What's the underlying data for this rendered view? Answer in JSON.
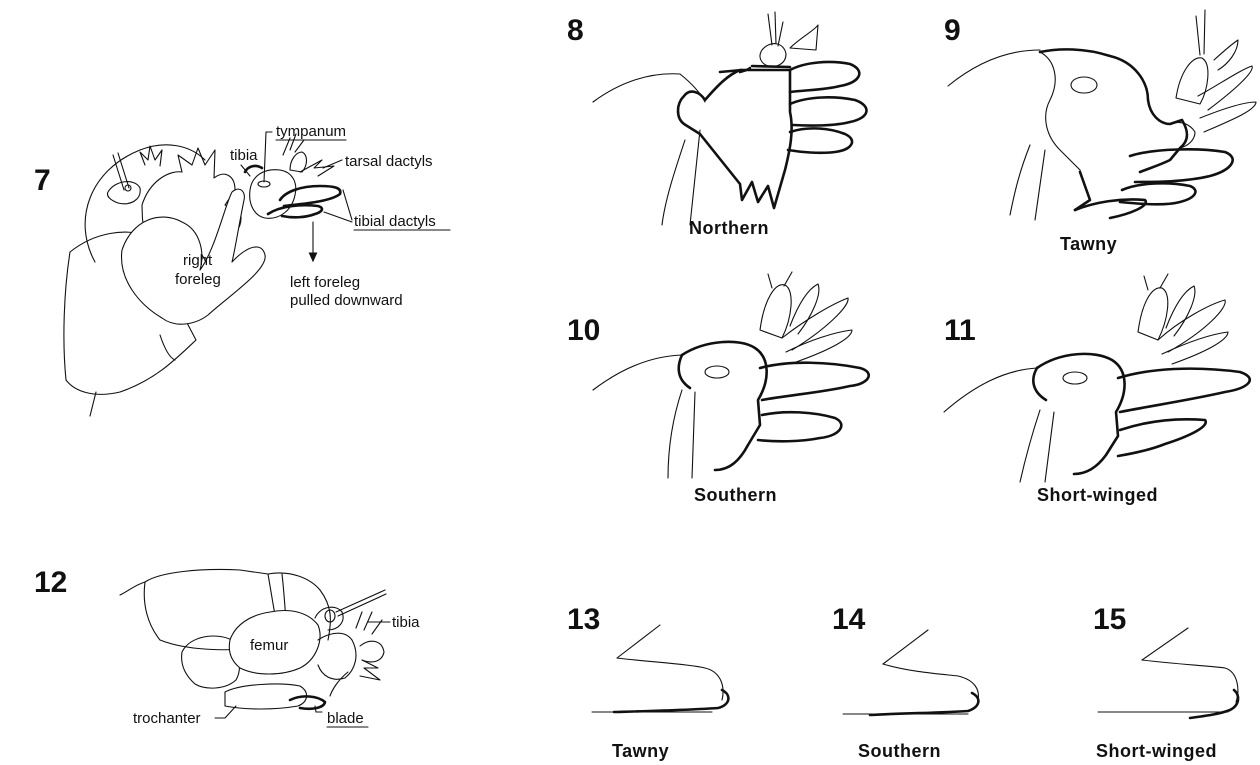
{
  "figures": [
    {
      "number": "7",
      "caption": ""
    },
    {
      "number": "8",
      "caption": "Northern"
    },
    {
      "number": "9",
      "caption": "Tawny"
    },
    {
      "number": "10",
      "caption": "Southern"
    },
    {
      "number": "11",
      "caption": "Short-winged"
    },
    {
      "number": "12",
      "caption": ""
    },
    {
      "number": "13",
      "caption": "Tawny"
    },
    {
      "number": "14",
      "caption": "Southern"
    },
    {
      "number": "15",
      "caption": "Short-winged"
    }
  ],
  "fig7_labels": {
    "tibia": "tibia",
    "tympanum": "tympanum",
    "tarsal_dactyls": "tarsal dactyls",
    "tibial_dactyls": "tibial dactyls",
    "right_foreleg_1": "right",
    "right_foreleg_2": "foreleg",
    "left_foreleg_1": "left foreleg",
    "left_foreleg_2": "pulled downward"
  },
  "fig12_labels": {
    "tibia": "tibia",
    "femur": "femur",
    "trochanter": "trochanter",
    "blade": "blade"
  }
}
